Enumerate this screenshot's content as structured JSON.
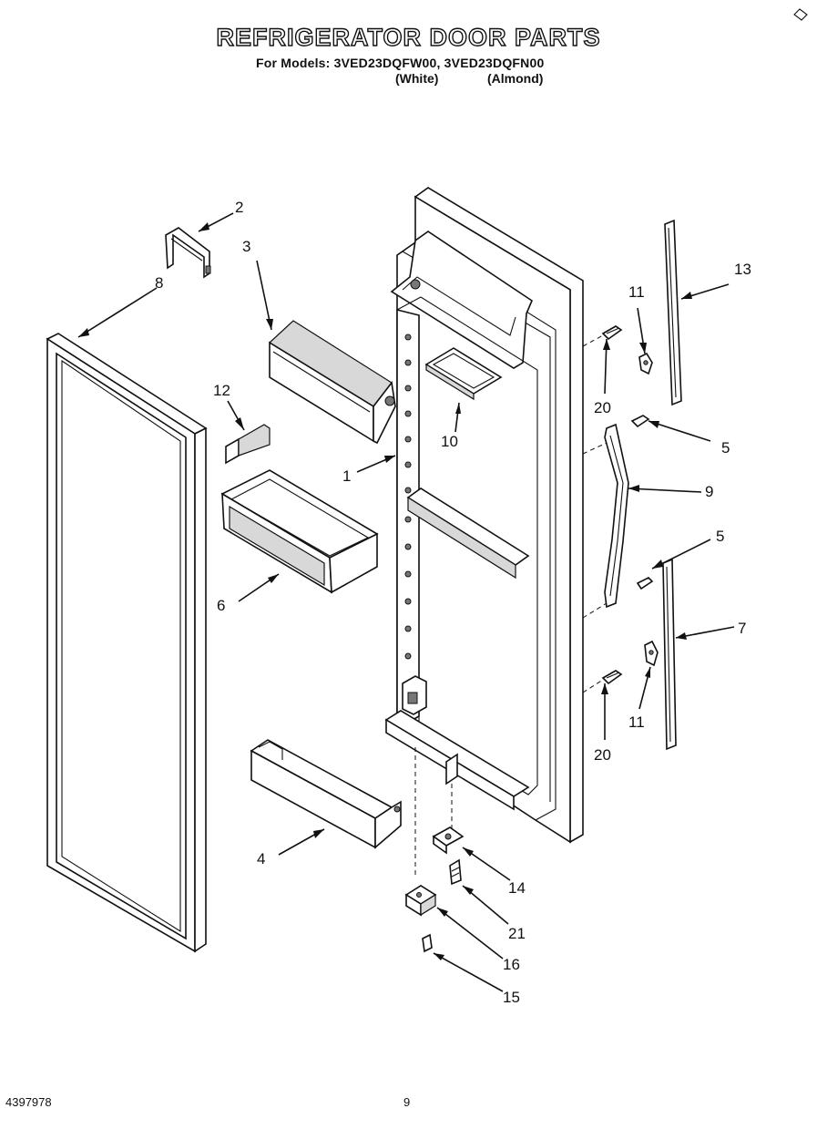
{
  "header": {
    "title": "REFRIGERATOR DOOR PARTS",
    "models_line": "For Models: 3VED23DQFW00, 3VED23DQFN00",
    "variant_white": "(White)",
    "variant_almond": "(Almond)"
  },
  "callouts": {
    "p1": "1",
    "p2": "2",
    "p3": "3",
    "p4": "4",
    "p5a": "5",
    "p5b": "5",
    "p6": "6",
    "p7": "7",
    "p8": "8",
    "p9": "9",
    "p10": "10",
    "p11a": "11",
    "p11b": "11",
    "p12": "12",
    "p13": "13",
    "p14": "14",
    "p15": "15",
    "p16": "16",
    "p20a": "20",
    "p20b": "20",
    "p21": "21"
  },
  "footer": {
    "doc_number": "4397978",
    "page_number": "9"
  }
}
